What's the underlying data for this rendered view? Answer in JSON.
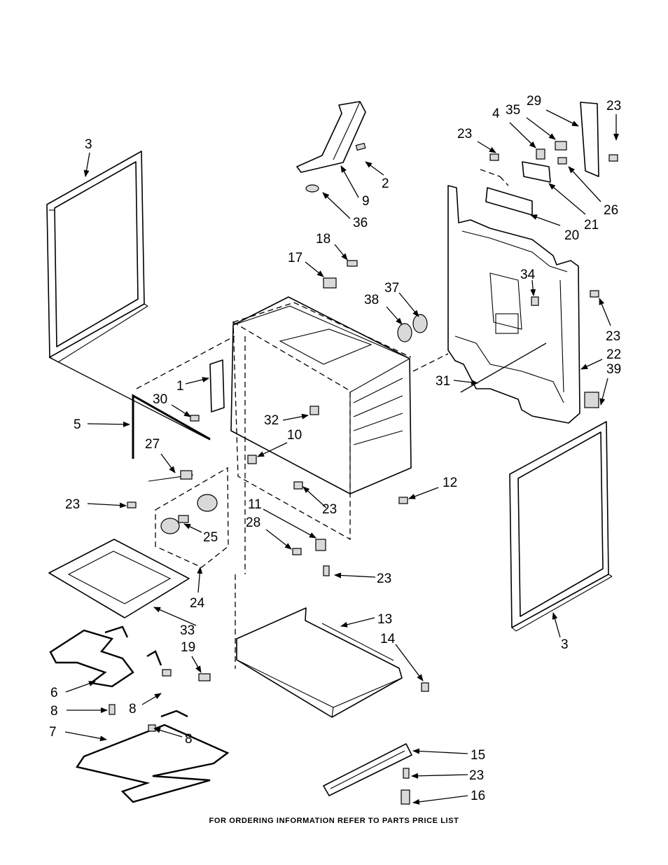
{
  "footer_note": "FOR ORDERING INFORMATION REFER TO PARTS PRICE LIST",
  "callouts": [
    {
      "id": "c3a",
      "text": "3"
    },
    {
      "id": "c3b",
      "text": "3"
    },
    {
      "id": "c2",
      "text": "2"
    },
    {
      "id": "c9",
      "text": "9"
    },
    {
      "id": "c36",
      "text": "36"
    },
    {
      "id": "c4",
      "text": "4"
    },
    {
      "id": "c35",
      "text": "35"
    },
    {
      "id": "c29",
      "text": "29"
    },
    {
      "id": "c23a",
      "text": "23"
    },
    {
      "id": "c23b",
      "text": "23"
    },
    {
      "id": "c23c",
      "text": "23"
    },
    {
      "id": "c23d",
      "text": "23"
    },
    {
      "id": "c23e",
      "text": "23"
    },
    {
      "id": "c23f",
      "text": "23"
    },
    {
      "id": "c23g",
      "text": "23"
    },
    {
      "id": "c26",
      "text": "26"
    },
    {
      "id": "c21",
      "text": "21"
    },
    {
      "id": "c20",
      "text": "20"
    },
    {
      "id": "c18",
      "text": "18"
    },
    {
      "id": "c17",
      "text": "17"
    },
    {
      "id": "c37",
      "text": "37"
    },
    {
      "id": "c38",
      "text": "38"
    },
    {
      "id": "c34",
      "text": "34"
    },
    {
      "id": "c22",
      "text": "22"
    },
    {
      "id": "c39",
      "text": "39"
    },
    {
      "id": "c31",
      "text": "31"
    },
    {
      "id": "c1",
      "text": "1"
    },
    {
      "id": "c30",
      "text": "30"
    },
    {
      "id": "c5",
      "text": "5"
    },
    {
      "id": "c32",
      "text": "32"
    },
    {
      "id": "c10",
      "text": "10"
    },
    {
      "id": "c27",
      "text": "27"
    },
    {
      "id": "c12",
      "text": "12"
    },
    {
      "id": "c11",
      "text": "11"
    },
    {
      "id": "c28",
      "text": "28"
    },
    {
      "id": "c25",
      "text": "25"
    },
    {
      "id": "c24",
      "text": "24"
    },
    {
      "id": "c33",
      "text": "33"
    },
    {
      "id": "c13",
      "text": "13"
    },
    {
      "id": "c14",
      "text": "14"
    },
    {
      "id": "c19",
      "text": "19"
    },
    {
      "id": "c6",
      "text": "6"
    },
    {
      "id": "c8a",
      "text": "8"
    },
    {
      "id": "c8b",
      "text": "8"
    },
    {
      "id": "c8c",
      "text": "8"
    },
    {
      "id": "c7",
      "text": "7"
    },
    {
      "id": "c15",
      "text": "15"
    },
    {
      "id": "c16",
      "text": "16"
    }
  ]
}
